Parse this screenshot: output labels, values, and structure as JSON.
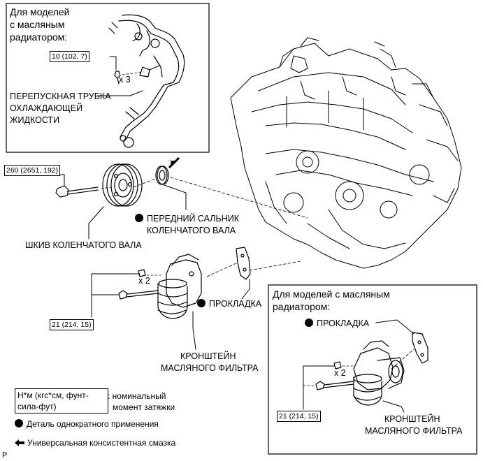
{
  "callouts": {
    "inset_top_title": [
      "Для моделей",
      "с масляным",
      "радиатором:"
    ],
    "torque_top": "10 (102, 7)",
    "x3": "x 3",
    "bypass_pipe": [
      "ПЕРЕПУСКНАЯ ТРУБКА",
      "ОХЛАЖДАЮЩЕЙ",
      "ЖИДКОСТИ"
    ],
    "torque_pulley": "260 (2651, 192)",
    "front_seal": [
      "ПЕРЕДНИЙ САЛЬНИК",
      "КОЛЕНЧАТОГО ВАЛА"
    ],
    "pulley": "ШКИВ КОЛЕНЧАТОГО ВАЛА",
    "x2": "x 2",
    "gasket": "ПРОКЛАДКА",
    "torque_bracket": "21 (214, 15)",
    "bracket": [
      "КРОНШТЕЙН",
      "МАСЛЯНОГО ФИЛЬТРА"
    ],
    "inset_bottom_title": [
      "Для моделей с масляным",
      "радиатором:"
    ],
    "inset_gasket": "ПРОКЛАДКА",
    "inset_x2": "x 2",
    "inset_torque": "21 (214, 15)",
    "inset_bracket": [
      "КРОНШТЕЙН",
      "МАСЛЯНОГО ФИЛЬТРА"
    ]
  },
  "legend": {
    "torque_unit": [
      "Н*м (кгс*см, фунт-",
      "сила-фут)"
    ],
    "torque_desc": [
      ": номинальный",
      "момент затяжки"
    ],
    "non_reusable": "Деталь однократного применения",
    "grease": "Универсальная консистентная смазка"
  },
  "corner_letter": "P"
}
